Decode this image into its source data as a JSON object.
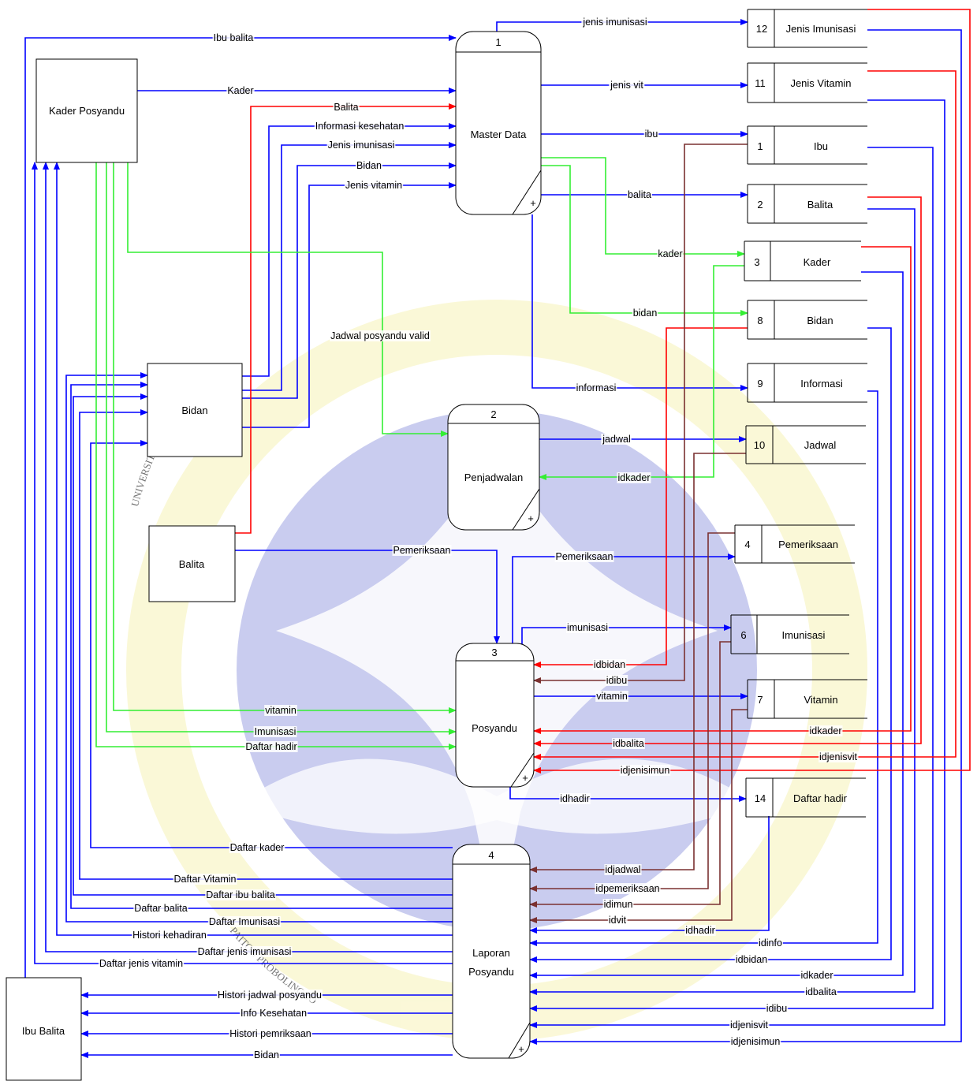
{
  "watermark": {
    "text": "UNIVERSITAS NURUL JADID PAITON PROBOLINGGO",
    "colors": {
      "disk": "#8f95dc",
      "ring": "#f6f2b0",
      "text": "#c8c8c8"
    }
  },
  "colors": {
    "blue": "#0000ff",
    "red": "#ff0000",
    "green": "#33ff33",
    "brown": "#7a3030",
    "black": "#000000"
  },
  "entities": {
    "kader": "Kader Posyandu",
    "bidan": "Bidan",
    "balita": "Balita",
    "ibu_balita": "Ibu Balita"
  },
  "processes": {
    "p1": {
      "number": "1",
      "name": "Master Data"
    },
    "p2": {
      "number": "2",
      "name": "Penjadwalan"
    },
    "p3": {
      "number": "3",
      "name": "Posyandu"
    },
    "p4": {
      "number": "4",
      "name_line1": "Laporan",
      "name_line2": "Posyandu"
    }
  },
  "stores": {
    "s12": {
      "number": "12",
      "name": "Jenis Imunisasi"
    },
    "s11": {
      "number": "11",
      "name": "Jenis Vitamin"
    },
    "s1": {
      "number": "1",
      "name": "Ibu"
    },
    "s2": {
      "number": "2",
      "name": "Balita"
    },
    "s3": {
      "number": "3",
      "name": "Kader"
    },
    "s8": {
      "number": "8",
      "name": "Bidan"
    },
    "s9": {
      "number": "9",
      "name": "Informasi"
    },
    "s10": {
      "number": "10",
      "name": "Jadwal"
    },
    "s4": {
      "number": "4",
      "name": "Pemeriksaan"
    },
    "s6": {
      "number": "6",
      "name": "Imunisasi"
    },
    "s7": {
      "number": "7",
      "name": "Vitamin"
    },
    "s14": {
      "number": "14",
      "name": "Daftar hadir"
    }
  },
  "flows": {
    "ibu_balita": "Ibu balita",
    "kader": "Kader",
    "balita_in": "Balita",
    "info_kes": "Informasi kesehatan",
    "jenis_imun_in": "Jenis imunisasi",
    "bidan_in": "Bidan",
    "jenis_vit_in": "Jenis vitamin",
    "jenis_imun_out": "jenis imunisasi",
    "jenis_vit_out": "jenis vit",
    "ibu_out": "ibu",
    "balita_out": "balita",
    "kader_out": "kader",
    "bidan_out": "bidan",
    "informasi_out": "informasi",
    "jadwal_valid": "Jadwal posyandu valid",
    "jadwal_out": "jadwal",
    "idkader_p2": "idkader",
    "pemeriksaan_in": "Pemeriksaan",
    "pemeriksaan_out": "Pemeriksaan",
    "imunisasi_out": "imunisasi",
    "idbidan_p3": "idbidan",
    "idibu_p3": "idibu",
    "vitamin_out": "vitamin",
    "idkader_p3": "idkader",
    "idbalita_p3": "idbalita",
    "idjenisvit_p3": "idjenisvit",
    "idjenisimun_p3": "idjenisimun",
    "vitamin_in": "vitamin",
    "imunisasi_in": "Imunisasi",
    "daftar_hadir_in": "Daftar hadir",
    "idhadir_out": "idhadir",
    "daftar_kader": "Daftar kader",
    "daftar_vitamin": "Daftar Vitamin",
    "daftar_ibu_balita": "Daftar ibu balita",
    "daftar_balita": "Daftar balita",
    "daftar_imunisasi": "Daftar Imunisasi",
    "histori_kehadiran": "Histori kehadiran",
    "daftar_jenis_imun": "Daftar jenis imunisasi",
    "daftar_jenis_vit": "Daftar jenis vitamin",
    "idjadwal": "idjadwal",
    "idpemeriksaan": "idpemeriksaan",
    "idimun": "idimun",
    "idvit": "idvit",
    "idhadir_p4": "idhadir",
    "idinfo": "idinfo",
    "idbidan_p4": "idbidan",
    "idkader_p4": "idkader",
    "idbalita_p4": "idbalita",
    "idibu_p4": "idibu",
    "idjenisvit_p4": "idjenisvit",
    "idjenisimun_p4": "idjenisimun",
    "histori_jadwal": "Histori jadwal posyandu",
    "info_kesehatan": "Info Kesehatan",
    "histori_periksa": "Histori pemriksaan",
    "bidan_out_ibu": "Bidan"
  }
}
